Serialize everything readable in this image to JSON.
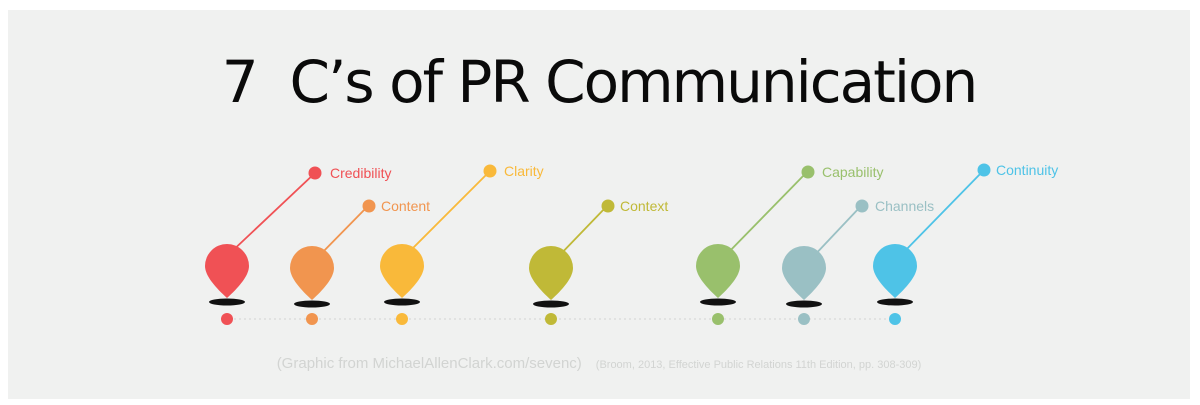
{
  "title": "7  C’s of PR Communication",
  "items": [
    {
      "label": "Credibility",
      "color": "#f05155"
    },
    {
      "label": "Content",
      "color": "#f1954f"
    },
    {
      "label": "Clarity",
      "color": "#f9b93a"
    },
    {
      "label": "Context",
      "color": "#c0b937"
    },
    {
      "label": "Capability",
      "color": "#99c06c"
    },
    {
      "label": "Channels",
      "color": "#9ac0c4"
    },
    {
      "label": "Continuity",
      "color": "#4ec3e7"
    }
  ],
  "caption": {
    "source": "(Graphic from MichaelAllenClark.com/sevenc)",
    "reference": "(Broom, 2013, Effective Public Relations 11th Edition, pp. 308-309)"
  }
}
